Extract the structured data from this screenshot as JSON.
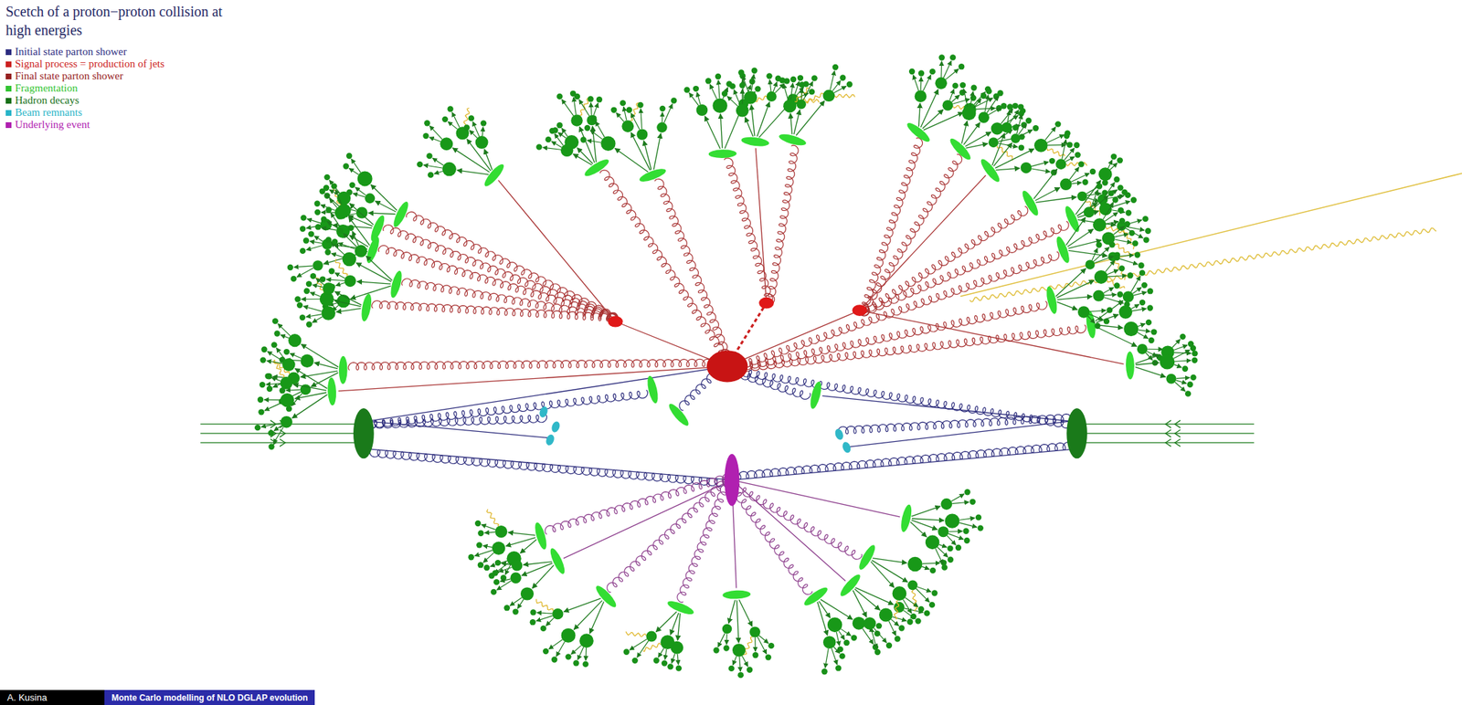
{
  "diagram": {
    "title": "Scetch of a proton−proton collision at high energies",
    "nodes": [
      {
        "text": [
          "A. Kusina"
        ]
      },
      {
        "text": [
          "Monte Carlo modelling of NLO DGLAP evolution"
        ]
      }
    ],
    "legend": [
      {
        "text": "Initial state parton shower",
        "color": "#2c2c80"
      },
      {
        "text": "Signal process = production of jets",
        "color": "#cc2020"
      },
      {
        "text": "Final state parton shower",
        "color": "#962020"
      },
      {
        "text": "Fragmentation",
        "color": "#33c433"
      },
      {
        "text": "Hadron decays",
        "color": "#167016"
      },
      {
        "text": "Beam remnants",
        "color": "#28b4c8"
      },
      {
        "text": "Underlying event",
        "color": "#b020b0"
      }
    ]
  }
}
